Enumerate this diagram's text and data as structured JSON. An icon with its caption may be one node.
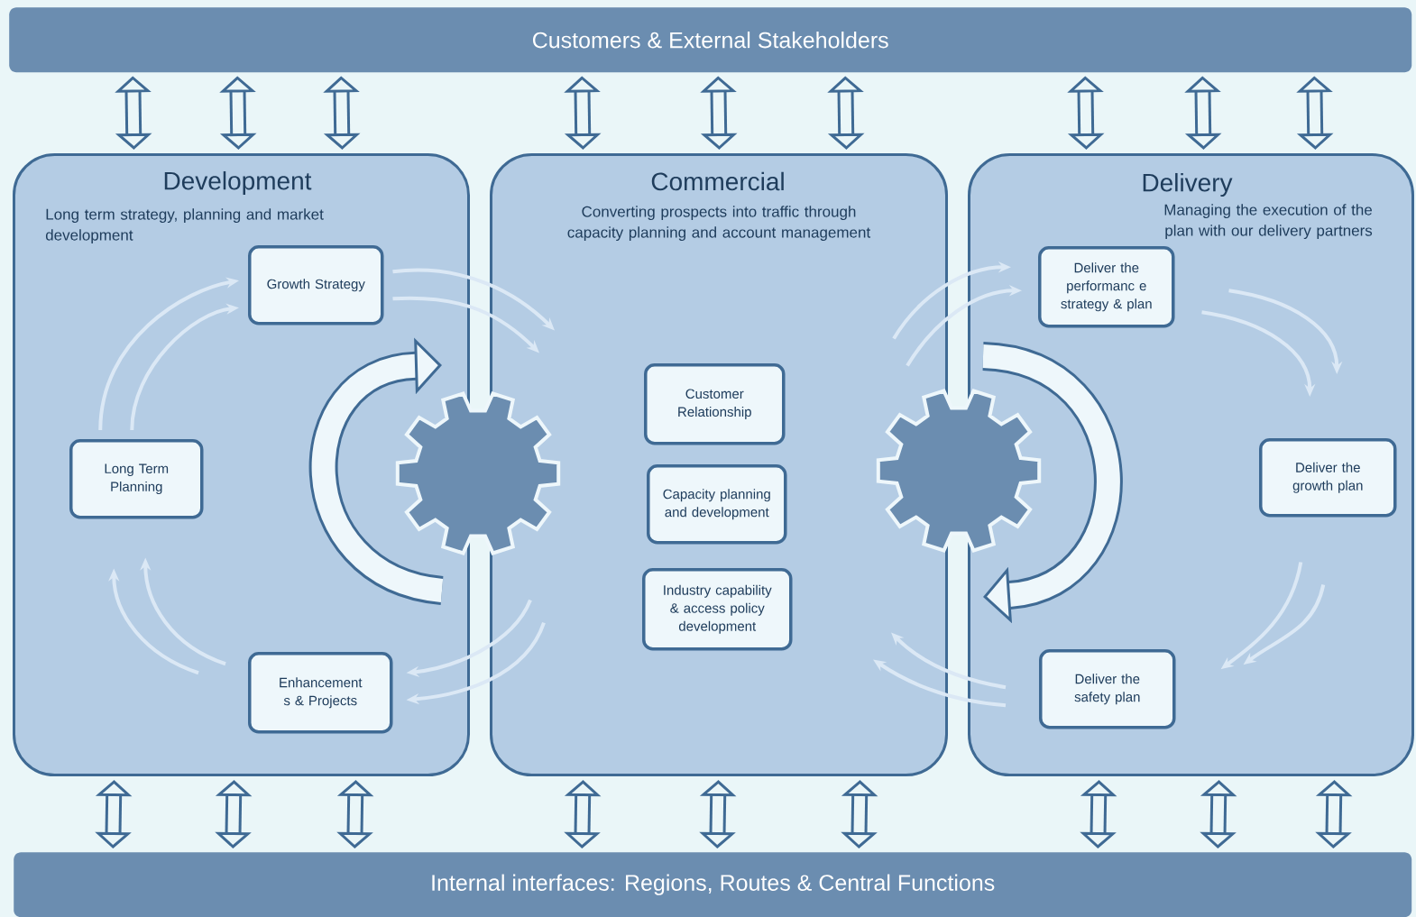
{
  "diagram": {
    "nodes": [
      {
        "text": [
          "Customers & External Stakeholders"
        ]
      },
      {
        "text": [
          "Development",
          "Long term strategy, planning and market development"
        ]
      },
      {
        "text": [
          "Growth Strategy"
        ],
        "in": 1
      },
      {
        "text": [
          "Long Term Planning"
        ],
        "in": 1
      },
      {
        "text": [
          "Enhancement s & Projects"
        ],
        "in": 1
      },
      {
        "text": [
          "Commercial",
          "Converting prospects into traffic through capacity planning and account management"
        ]
      },
      {
        "text": [
          "Customer Relationship"
        ],
        "in": 5
      },
      {
        "text": [
          "Capacity planning and development"
        ],
        "in": 5
      },
      {
        "text": [
          "Industry capability & access policy development"
        ],
        "in": 5
      },
      {
        "text": [
          "Delivery",
          "Managing the execution of the plan with our delivery partners"
        ]
      },
      {
        "text": [
          "Deliver the performanc e strategy & plan"
        ],
        "in": 9
      },
      {
        "text": [
          "Deliver the growth plan"
        ],
        "in": 9
      },
      {
        "text": [
          "Deliver the safety plan"
        ],
        "in": 9
      },
      {
        "text": [
          "Internal interfaces: Regions, Routes & Central Functions"
        ]
      }
    ],
    "edges": [
      {
        "from": 0,
        "to": 1,
        "arrow": "both"
      },
      {
        "from": 0,
        "to": 1,
        "arrow": "both"
      },
      {
        "from": 0,
        "to": 1,
        "arrow": "both"
      },
      {
        "from": 0,
        "to": 5,
        "arrow": "both"
      },
      {
        "from": 0,
        "to": 5,
        "arrow": "both"
      },
      {
        "from": 0,
        "to": 5,
        "arrow": "both"
      },
      {
        "from": 0,
        "to": 9,
        "arrow": "both"
      },
      {
        "from": 0,
        "to": 9,
        "arrow": "both"
      },
      {
        "from": 0,
        "to": 9,
        "arrow": "both"
      },
      {
        "from": 1,
        "to": 13,
        "arrow": "both"
      },
      {
        "from": 1,
        "to": 13,
        "arrow": "both"
      },
      {
        "from": 1,
        "to": 13,
        "arrow": "both"
      },
      {
        "from": 5,
        "to": 13,
        "arrow": "both"
      },
      {
        "from": 5,
        "to": 13,
        "arrow": "both"
      },
      {
        "from": 5,
        "to": 13,
        "arrow": "both"
      },
      {
        "from": 9,
        "to": 13,
        "arrow": "both"
      },
      {
        "from": 9,
        "to": 13,
        "arrow": "both"
      },
      {
        "from": 9,
        "to": 13,
        "arrow": "both"
      },
      {
        "from": 3,
        "to": 2,
        "arrow": "to",
        "color": "#dbe8f5"
      },
      {
        "from": 3,
        "to": 2,
        "arrow": "to",
        "color": "#dbe8f5"
      },
      {
        "from": 2,
        "to": 5,
        "arrow": "to",
        "color": "#dbe8f5"
      },
      {
        "from": 2,
        "to": 5,
        "arrow": "to",
        "color": "#dbe8f5"
      },
      {
        "from": 5,
        "to": 4,
        "arrow": "to",
        "color": "#dbe8f5"
      },
      {
        "from": 5,
        "to": 4,
        "arrow": "to",
        "color": "#dbe8f5"
      },
      {
        "from": 4,
        "to": 3,
        "arrow": "to",
        "color": "#dbe8f5"
      },
      {
        "from": 4,
        "to": 3,
        "arrow": "to",
        "color": "#dbe8f5"
      },
      {
        "from": 5,
        "to": 10,
        "arrow": "to",
        "color": "#dbe8f5"
      },
      {
        "from": 5,
        "to": 10,
        "arrow": "to",
        "color": "#dbe8f5"
      },
      {
        "from": 10,
        "to": 11,
        "arrow": "to",
        "color": "#dbe8f5"
      },
      {
        "from": 10,
        "to": 11,
        "arrow": "to",
        "color": "#dbe8f5"
      },
      {
        "from": 11,
        "to": 12,
        "arrow": "to",
        "color": "#dbe8f5"
      },
      {
        "from": 11,
        "to": 12,
        "arrow": "to",
        "color": "#dbe8f5"
      },
      {
        "from": 12,
        "to": 5,
        "arrow": "to",
        "color": "#dbe8f5"
      },
      {
        "from": 12,
        "to": 5,
        "arrow": "to",
        "color": "#dbe8f5"
      }
    ]
  }
}
